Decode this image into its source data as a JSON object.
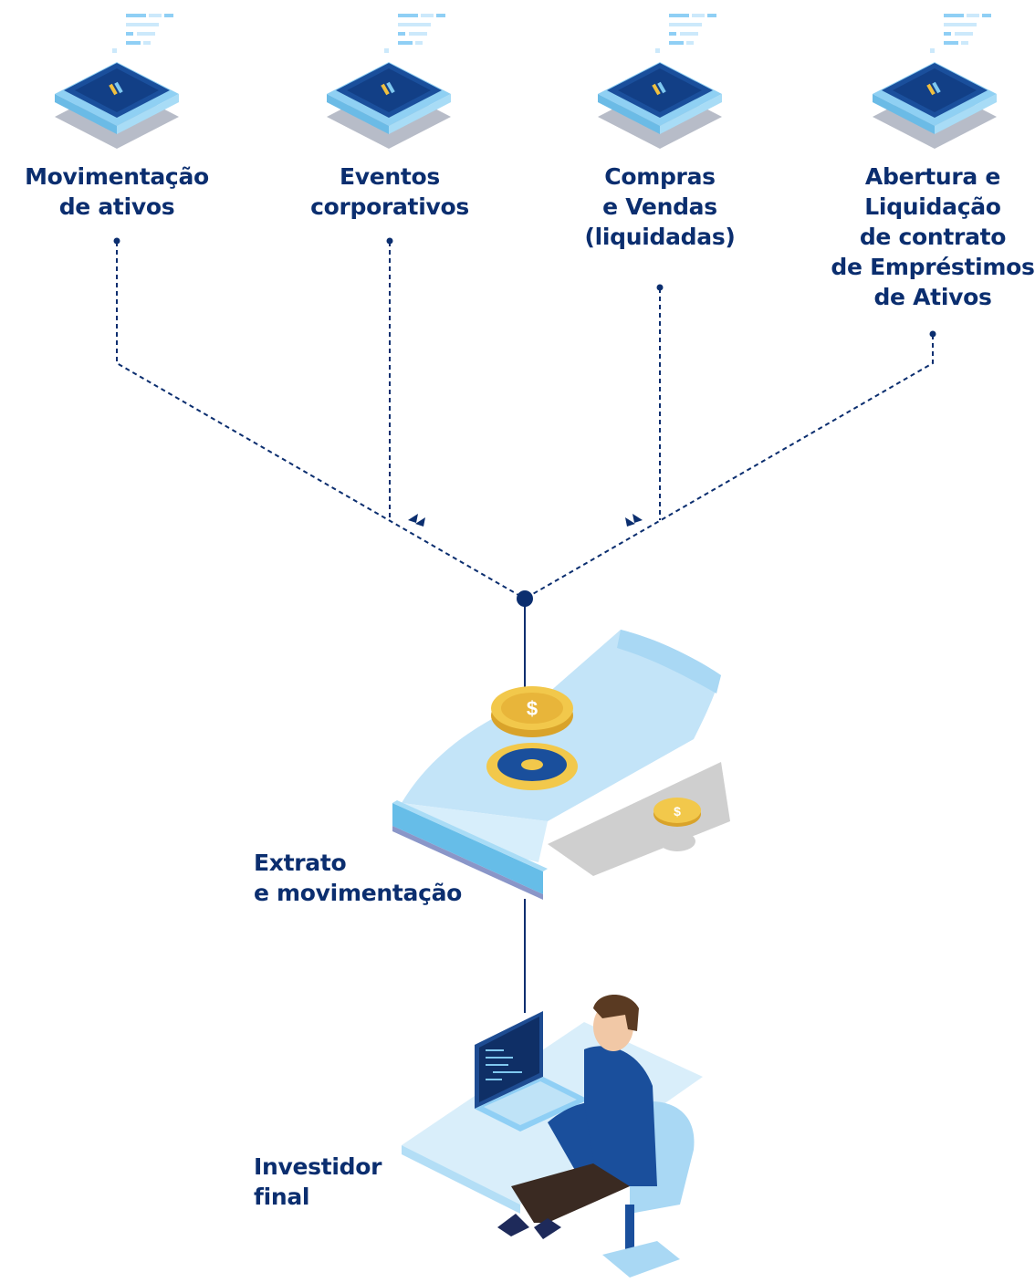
{
  "sources": [
    {
      "lines": [
        "Movimentação",
        "de ativos"
      ]
    },
    {
      "lines": [
        "Eventos",
        "corporativos"
      ]
    },
    {
      "lines": [
        "Compras",
        "e Vendas",
        "(liquidadas)"
      ]
    },
    {
      "lines": [
        "Abertura e",
        "Liquidação",
        "de contrato",
        "de Empréstimos",
        "de Ativos"
      ]
    }
  ],
  "statement": {
    "lines": [
      "Extrato",
      "e movimentação"
    ]
  },
  "investor": {
    "lines": [
      "Investidor",
      "final"
    ]
  },
  "colors": {
    "navy": "#0b2e6f",
    "chip_blue": "#1e5aa8",
    "light_blue": "#bfe3f7",
    "gold": "#f0c040",
    "gray": "#c8c8c8"
  }
}
